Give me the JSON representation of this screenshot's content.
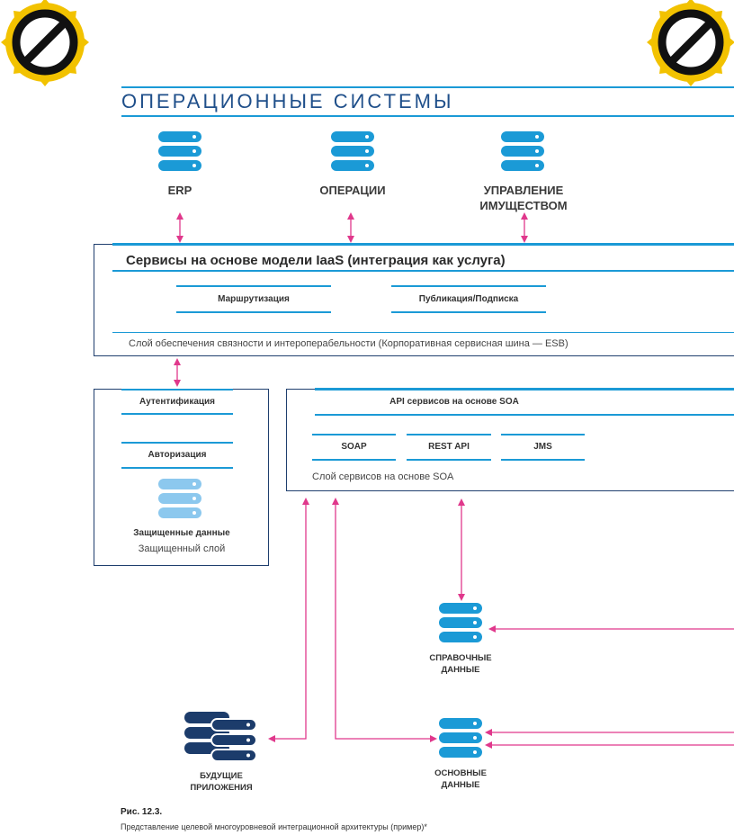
{
  "title": "ОПЕРАЦИОННЫЕ СИСТЕМЫ",
  "systems": [
    {
      "label": "ERP"
    },
    {
      "label": "ОПЕРАЦИИ"
    },
    {
      "label": "УПРАВЛЕНИЕ ИМУЩЕСТВОМ"
    }
  ],
  "iaas": {
    "title": "Сервисы на основе модели IaaS (интеграция как услуга)",
    "routing": "Маршрутизация",
    "pubsub": "Публикация/Подписка",
    "footer": "Слой обеспечения связности и интероперабельности (Корпоративная сервисная шина — ESB)"
  },
  "secure": {
    "authentication": "Аутентификация",
    "authorization": "Авторизация",
    "data_label": "Защищенные данные",
    "layer_label": "Защищенный слой"
  },
  "soa": {
    "title": "API сервисов на основе SOA",
    "soap": "SOAP",
    "rest": "REST API",
    "jms": "JMS",
    "footer": "Слой сервисов на основе SOA"
  },
  "reference_data": "СПРАВОЧНЫЕ ДАННЫЕ",
  "master_data": "ОСНОВНЫЕ ДАННЫЕ",
  "future_apps": "БУДУЩИЕ ПРИЛОЖЕНИЯ",
  "caption": {
    "figure": "Рис. 12.3.",
    "text": "Представление целевой многоуровневой интеграционной архитектуры (пример)*"
  },
  "colors": {
    "accent": "#1b9ad6",
    "dark": "#1f3f6e",
    "arrow": "#e0388c",
    "light_db": "#8cc8ee",
    "navy_db": "#1c3c6b"
  }
}
